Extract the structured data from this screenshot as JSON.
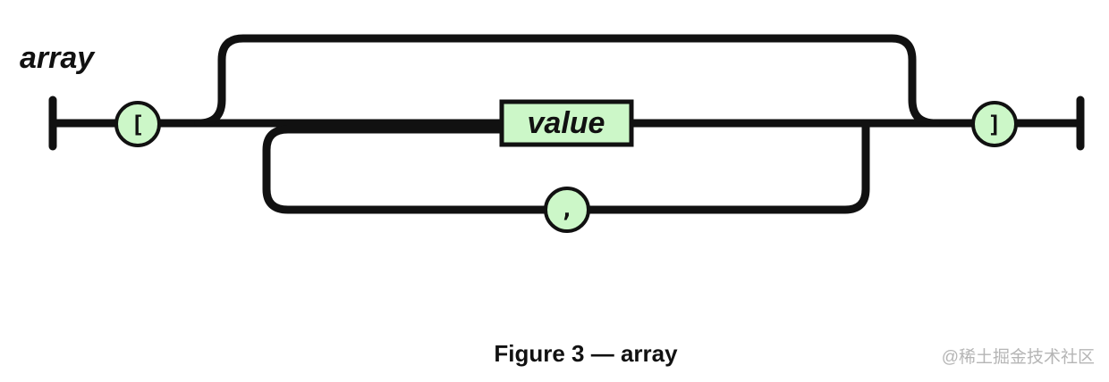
{
  "diagram": {
    "title": "array",
    "nodes": {
      "open_bracket": "[",
      "value": "value",
      "comma": ",",
      "close_bracket": "]"
    }
  },
  "caption": "Figure 3 — array",
  "watermark": "@稀土掘金技术社区",
  "colors": {
    "node_fill": "#ccf7c8",
    "stroke": "#111111",
    "watermark": "#b5b5b5"
  }
}
